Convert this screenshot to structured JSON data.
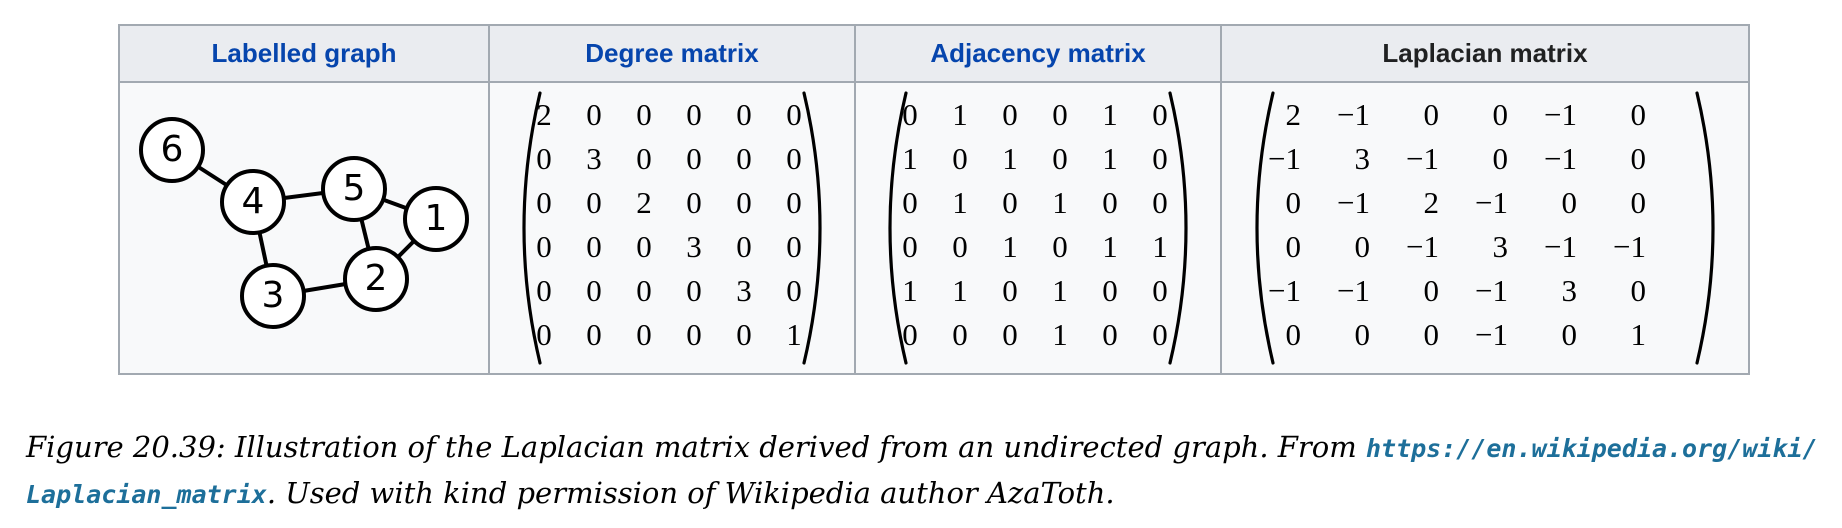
{
  "table": {
    "headers": {
      "graph": "Labelled graph",
      "degree": "Degree matrix",
      "adjacency": "Adjacency matrix",
      "laplacian": "Laplacian matrix"
    }
  },
  "graph": {
    "nodes": [
      {
        "id": "1",
        "label": "1"
      },
      {
        "id": "2",
        "label": "2"
      },
      {
        "id": "3",
        "label": "3"
      },
      {
        "id": "4",
        "label": "4"
      },
      {
        "id": "5",
        "label": "5"
      },
      {
        "id": "6",
        "label": "6"
      }
    ],
    "edges": [
      [
        "6",
        "4"
      ],
      [
        "4",
        "5"
      ],
      [
        "4",
        "3"
      ],
      [
        "5",
        "1"
      ],
      [
        "5",
        "2"
      ],
      [
        "1",
        "2"
      ],
      [
        "3",
        "2"
      ]
    ]
  },
  "matrices": {
    "degree": [
      [
        "2",
        "0",
        "0",
        "0",
        "0",
        "0"
      ],
      [
        "0",
        "3",
        "0",
        "0",
        "0",
        "0"
      ],
      [
        "0",
        "0",
        "2",
        "0",
        "0",
        "0"
      ],
      [
        "0",
        "0",
        "0",
        "3",
        "0",
        "0"
      ],
      [
        "0",
        "0",
        "0",
        "0",
        "3",
        "0"
      ],
      [
        "0",
        "0",
        "0",
        "0",
        "0",
        "1"
      ]
    ],
    "adjacency": [
      [
        "0",
        "1",
        "0",
        "0",
        "1",
        "0"
      ],
      [
        "1",
        "0",
        "1",
        "0",
        "1",
        "0"
      ],
      [
        "0",
        "1",
        "0",
        "1",
        "0",
        "0"
      ],
      [
        "0",
        "0",
        "1",
        "0",
        "1",
        "1"
      ],
      [
        "1",
        "1",
        "0",
        "1",
        "0",
        "0"
      ],
      [
        "0",
        "0",
        "0",
        "1",
        "0",
        "0"
      ]
    ],
    "laplacian": [
      [
        "2",
        "−1",
        "0",
        "0",
        "−1",
        "0"
      ],
      [
        "−1",
        "3",
        "−1",
        "0",
        "−1",
        "0"
      ],
      [
        "0",
        "−1",
        "2",
        "−1",
        "0",
        "0"
      ],
      [
        "0",
        "0",
        "−1",
        "3",
        "−1",
        "−1"
      ],
      [
        "−1",
        "−1",
        "0",
        "−1",
        "3",
        "0"
      ],
      [
        "0",
        "0",
        "0",
        "−1",
        "0",
        "1"
      ]
    ]
  },
  "caption": {
    "prefix": "Figure 20.39: Illustration of the Laplacian matrix derived from an undirected graph. From ",
    "url": "https://en.wikipedia.org/wiki/Laplacian_matrix",
    "suffix": ". Used with kind permission of Wikipedia author AzaToth."
  }
}
